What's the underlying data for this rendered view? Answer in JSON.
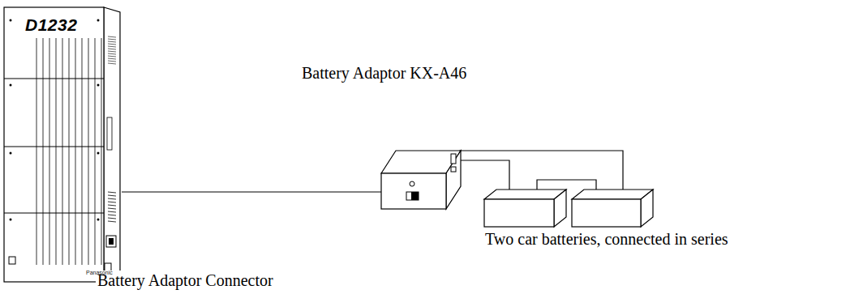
{
  "diagram": {
    "nodes": [
      {
        "text": [
          "D1232"
        ]
      },
      {
        "text": [
          "Battery Adaptor KX-A46"
        ]
      }
    ],
    "edges": [
      {
        "from": 0,
        "to": 1,
        "arrow": "none"
      }
    ],
    "labels": [
      "Two car batteries, connected in series",
      "Battery Adaptor Connector",
      "Panasonic"
    ]
  }
}
